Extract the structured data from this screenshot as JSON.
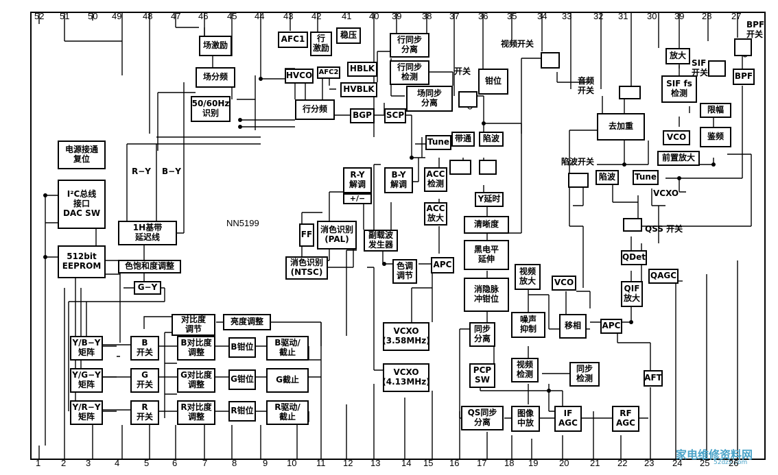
{
  "chip_name": "NN5199",
  "pins_top": [
    "52",
    "51",
    "50",
    "49",
    "48",
    "47",
    "46",
    "45",
    "44",
    "43",
    "42",
    "41",
    "40",
    "39",
    "38",
    "37",
    "36",
    "35",
    "34",
    "33",
    "32",
    "31",
    "30",
    "39",
    "28",
    "27"
  ],
  "pins_bottom": [
    "1",
    "2",
    "3",
    "4",
    "5",
    "6",
    "7",
    "8",
    "9",
    "10",
    "11",
    "12",
    "13",
    "14",
    "15",
    "16",
    "17",
    "18",
    "19",
    "20",
    "21",
    "22",
    "23",
    "24",
    "25",
    "26"
  ],
  "blocks": {
    "power_reset": "电源接通\n复位",
    "i2c": "I²C总线\n接口\nDAC SW",
    "eeprom": "512bit\nEEPROM",
    "field_drive": "场激励",
    "field_div": "场分频",
    "hz_detect": "50/60Hz\n识别",
    "afc1": "AFC1",
    "h_drive": "行\n激励",
    "regulator": "稳压",
    "hvco": "HVCO",
    "afc2": "AFC2",
    "hblk": "HBLK",
    "hvblk": "HVBLK",
    "h_div": "行分频",
    "bgp": "BGP",
    "scp": "SCP",
    "h_sync_sep": "行同步\n分离",
    "h_sync_det": "行同步\n检测",
    "v_sync_sep": "场同步\n分离",
    "clamp": "钳位",
    "tune1": "Tune",
    "bandpass": "带通",
    "trap": "陷波",
    "ry_demod": "R-Y\n解调",
    "by_demod": "B-Y\n解调",
    "pm": "+/−",
    "acc_det": "ACC\n检测",
    "acc_amp": "ACC\n放大",
    "y_delay": "Y延时",
    "sharpness": "清晰度",
    "black_ext": "黑电平\n延伸",
    "blank_clamp": "消隐脉\n冲钳位",
    "ff": "FF",
    "kill_pal": "消色识别\n(PAL)",
    "subcarrier": "副载波\n发生器",
    "kill_ntsc": "消色识别\n(NTSC)",
    "hue": "色调\n调节",
    "apc1": "APC",
    "delay_line": "1H基带\n延迟线",
    "sat_adj": "色饱和度调整",
    "gy": "G−Y",
    "contrast": "对比度\n调节",
    "brightness": "亮度调整",
    "yb_matrix": "Y/B−Y\n矩阵",
    "yg_matrix": "Y/G−Y\n矩阵",
    "yr_matrix": "Y/R−Y\n矩阵",
    "b_switch": "B\n开关",
    "g_switch": "G\n开关",
    "r_switch": "R\n开关",
    "b_contrast": "B对比度\n调整",
    "g_contrast": "G对比度\n调整",
    "r_contrast": "R对比度\n调整",
    "b_clamp": "B钳位",
    "g_clamp": "G钳位",
    "r_clamp": "R钳位",
    "b_drive": "B驱动/\n截止",
    "g_cut": "G截止",
    "r_drive": "R驱动/\n截止",
    "vcxo_358": "VCXO\n(3.58MHz)",
    "vcxo_413": "VCXO\n(4.13MHz)",
    "sync_sep": "同步\n分离",
    "pcp_sw": "PCP\nSW",
    "qs_sync": "QS同步\n分离",
    "video_amp": "视频\n放大",
    "noise": "噪声\n抑制",
    "video_det": "视频\n检测",
    "sync_det": "同步\n检测",
    "img_if": "图像\n中放",
    "if_agc": "IF\nAGC",
    "rf_agc": "RF\nAGC",
    "vco1": "VCO",
    "phase": "移相",
    "apc2": "APC",
    "aft": "AFT",
    "qdet": "QDet",
    "qagc": "QAGC",
    "qif_amp": "QIF\n放大",
    "amp": "放大",
    "sif_det": "SIF fs\n检测",
    "limiter": "限幅",
    "vco2": "VCO",
    "fm_det": "鉴频",
    "deemph": "去加重",
    "pre_amp": "前置放大",
    "trap2": "陷波",
    "tune2": "Tune",
    "bpf": "BPF"
  },
  "labels": {
    "video_switch": "视频开关",
    "switch": "开关",
    "audio_switch": "音频\n开关",
    "sif_switch": "SIF\n开关",
    "bpf_switch": "BPF\n开关",
    "trap_switch": "陷波开关",
    "qss_switch": "QSS 开关",
    "vcxo": "VCXO",
    "ry": "R−Y",
    "by": "B−Y"
  },
  "watermark": {
    "main": "家电维修资料网",
    "sub": "52dzx.com"
  }
}
